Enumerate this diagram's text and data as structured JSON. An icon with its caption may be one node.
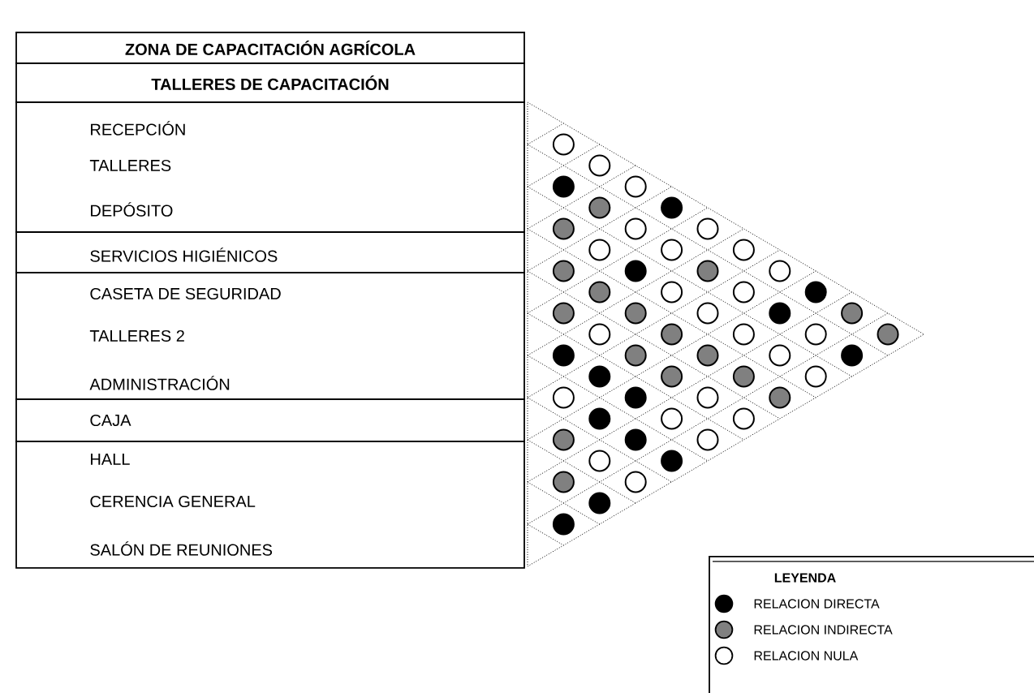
{
  "diagram": {
    "nodes": [
      {
        "text": [
          "ZONA DE CAPACITACIÓN AGRÍCOLA"
        ]
      },
      {
        "text": [
          "TALLERES DE CAPACITACIÓN"
        ]
      },
      {
        "text": [
          "RECEPCIÓN",
          "TALLERES",
          "DEPÓSITO"
        ]
      },
      {
        "text": [
          "SERVICIOS HIGIÉNICOS"
        ]
      },
      {
        "text": [
          "CASETA DE SEGURIDAD",
          "TALLERES 2",
          "ADMINISTRACIÓN"
        ]
      },
      {
        "text": [
          "CAJA"
        ]
      },
      {
        "text": [
          "HALL",
          "CERENCIA GENERAL",
          "SALÓN DE REUNIONES"
        ]
      },
      {
        "text": [],
        "shape": "circle"
      },
      {
        "text": [],
        "shape": "circle"
      },
      {
        "text": [],
        "shape": "circle"
      },
      {
        "text": [],
        "shape": "circle"
      },
      {
        "text": [],
        "shape": "circle"
      },
      {
        "text": [],
        "shape": "circle"
      },
      {
        "text": [],
        "shape": "circle"
      },
      {
        "text": [],
        "shape": "circle"
      },
      {
        "text": [],
        "shape": "circle"
      },
      {
        "text": [],
        "shape": "circle"
      },
      {
        "text": [],
        "shape": "circle"
      },
      {
        "text": [],
        "shape": "circle"
      },
      {
        "text": [],
        "shape": "circle"
      },
      {
        "text": [],
        "shape": "circle"
      },
      {
        "text": [],
        "shape": "circle"
      },
      {
        "text": [],
        "shape": "circle"
      },
      {
        "text": [],
        "shape": "circle"
      },
      {
        "text": [],
        "shape": "circle"
      },
      {
        "text": [],
        "shape": "circle"
      },
      {
        "text": [],
        "shape": "circle"
      },
      {
        "text": [],
        "shape": "circle"
      },
      {
        "text": [],
        "shape": "circle"
      },
      {
        "text": [],
        "shape": "circle"
      },
      {
        "text": [],
        "shape": "circle"
      },
      {
        "text": [],
        "shape": "circle"
      },
      {
        "text": [],
        "shape": "circle"
      },
      {
        "text": [],
        "shape": "circle"
      },
      {
        "text": [],
        "shape": "circle"
      },
      {
        "text": [],
        "shape": "circle"
      },
      {
        "text": [],
        "shape": "circle"
      },
      {
        "text": [],
        "shape": "circle"
      },
      {
        "text": [],
        "shape": "circle"
      },
      {
        "text": [],
        "shape": "circle"
      },
      {
        "text": [],
        "shape": "circle"
      },
      {
        "text": [],
        "shape": "circle"
      },
      {
        "text": [],
        "shape": "circle"
      },
      {
        "text": [],
        "shape": "circle"
      },
      {
        "text": [],
        "shape": "circle"
      },
      {
        "text": [],
        "shape": "circle"
      },
      {
        "text": [],
        "shape": "circle"
      },
      {
        "text": [],
        "shape": "circle"
      },
      {
        "text": [],
        "shape": "circle"
      },
      {
        "text": [],
        "shape": "circle"
      },
      {
        "text": [],
        "shape": "circle"
      },
      {
        "text": [],
        "shape": "circle"
      },
      {
        "text": [],
        "shape": "circle"
      },
      {
        "text": [],
        "shape": "circle"
      },
      {
        "text": [],
        "shape": "circle"
      },
      {
        "text": [],
        "shape": "circle"
      },
      {
        "text": [],
        "shape": "circle"
      },
      {
        "text": [],
        "shape": "circle"
      },
      {
        "text": [],
        "shape": "circle"
      },
      {
        "text": [],
        "shape": "circle"
      },
      {
        "text": [],
        "shape": "circle"
      },
      {
        "text": [],
        "shape": "circle"
      }
    ],
    "labels": [
      "LEYENDA"
    ],
    "legend": [
      {
        "text": "RELACION DIRECTA",
        "color": "#000000"
      },
      {
        "text": "RELACION INDIRECTA",
        "color": "#808080"
      },
      {
        "text": "RELACION NULA"
      }
    ]
  }
}
